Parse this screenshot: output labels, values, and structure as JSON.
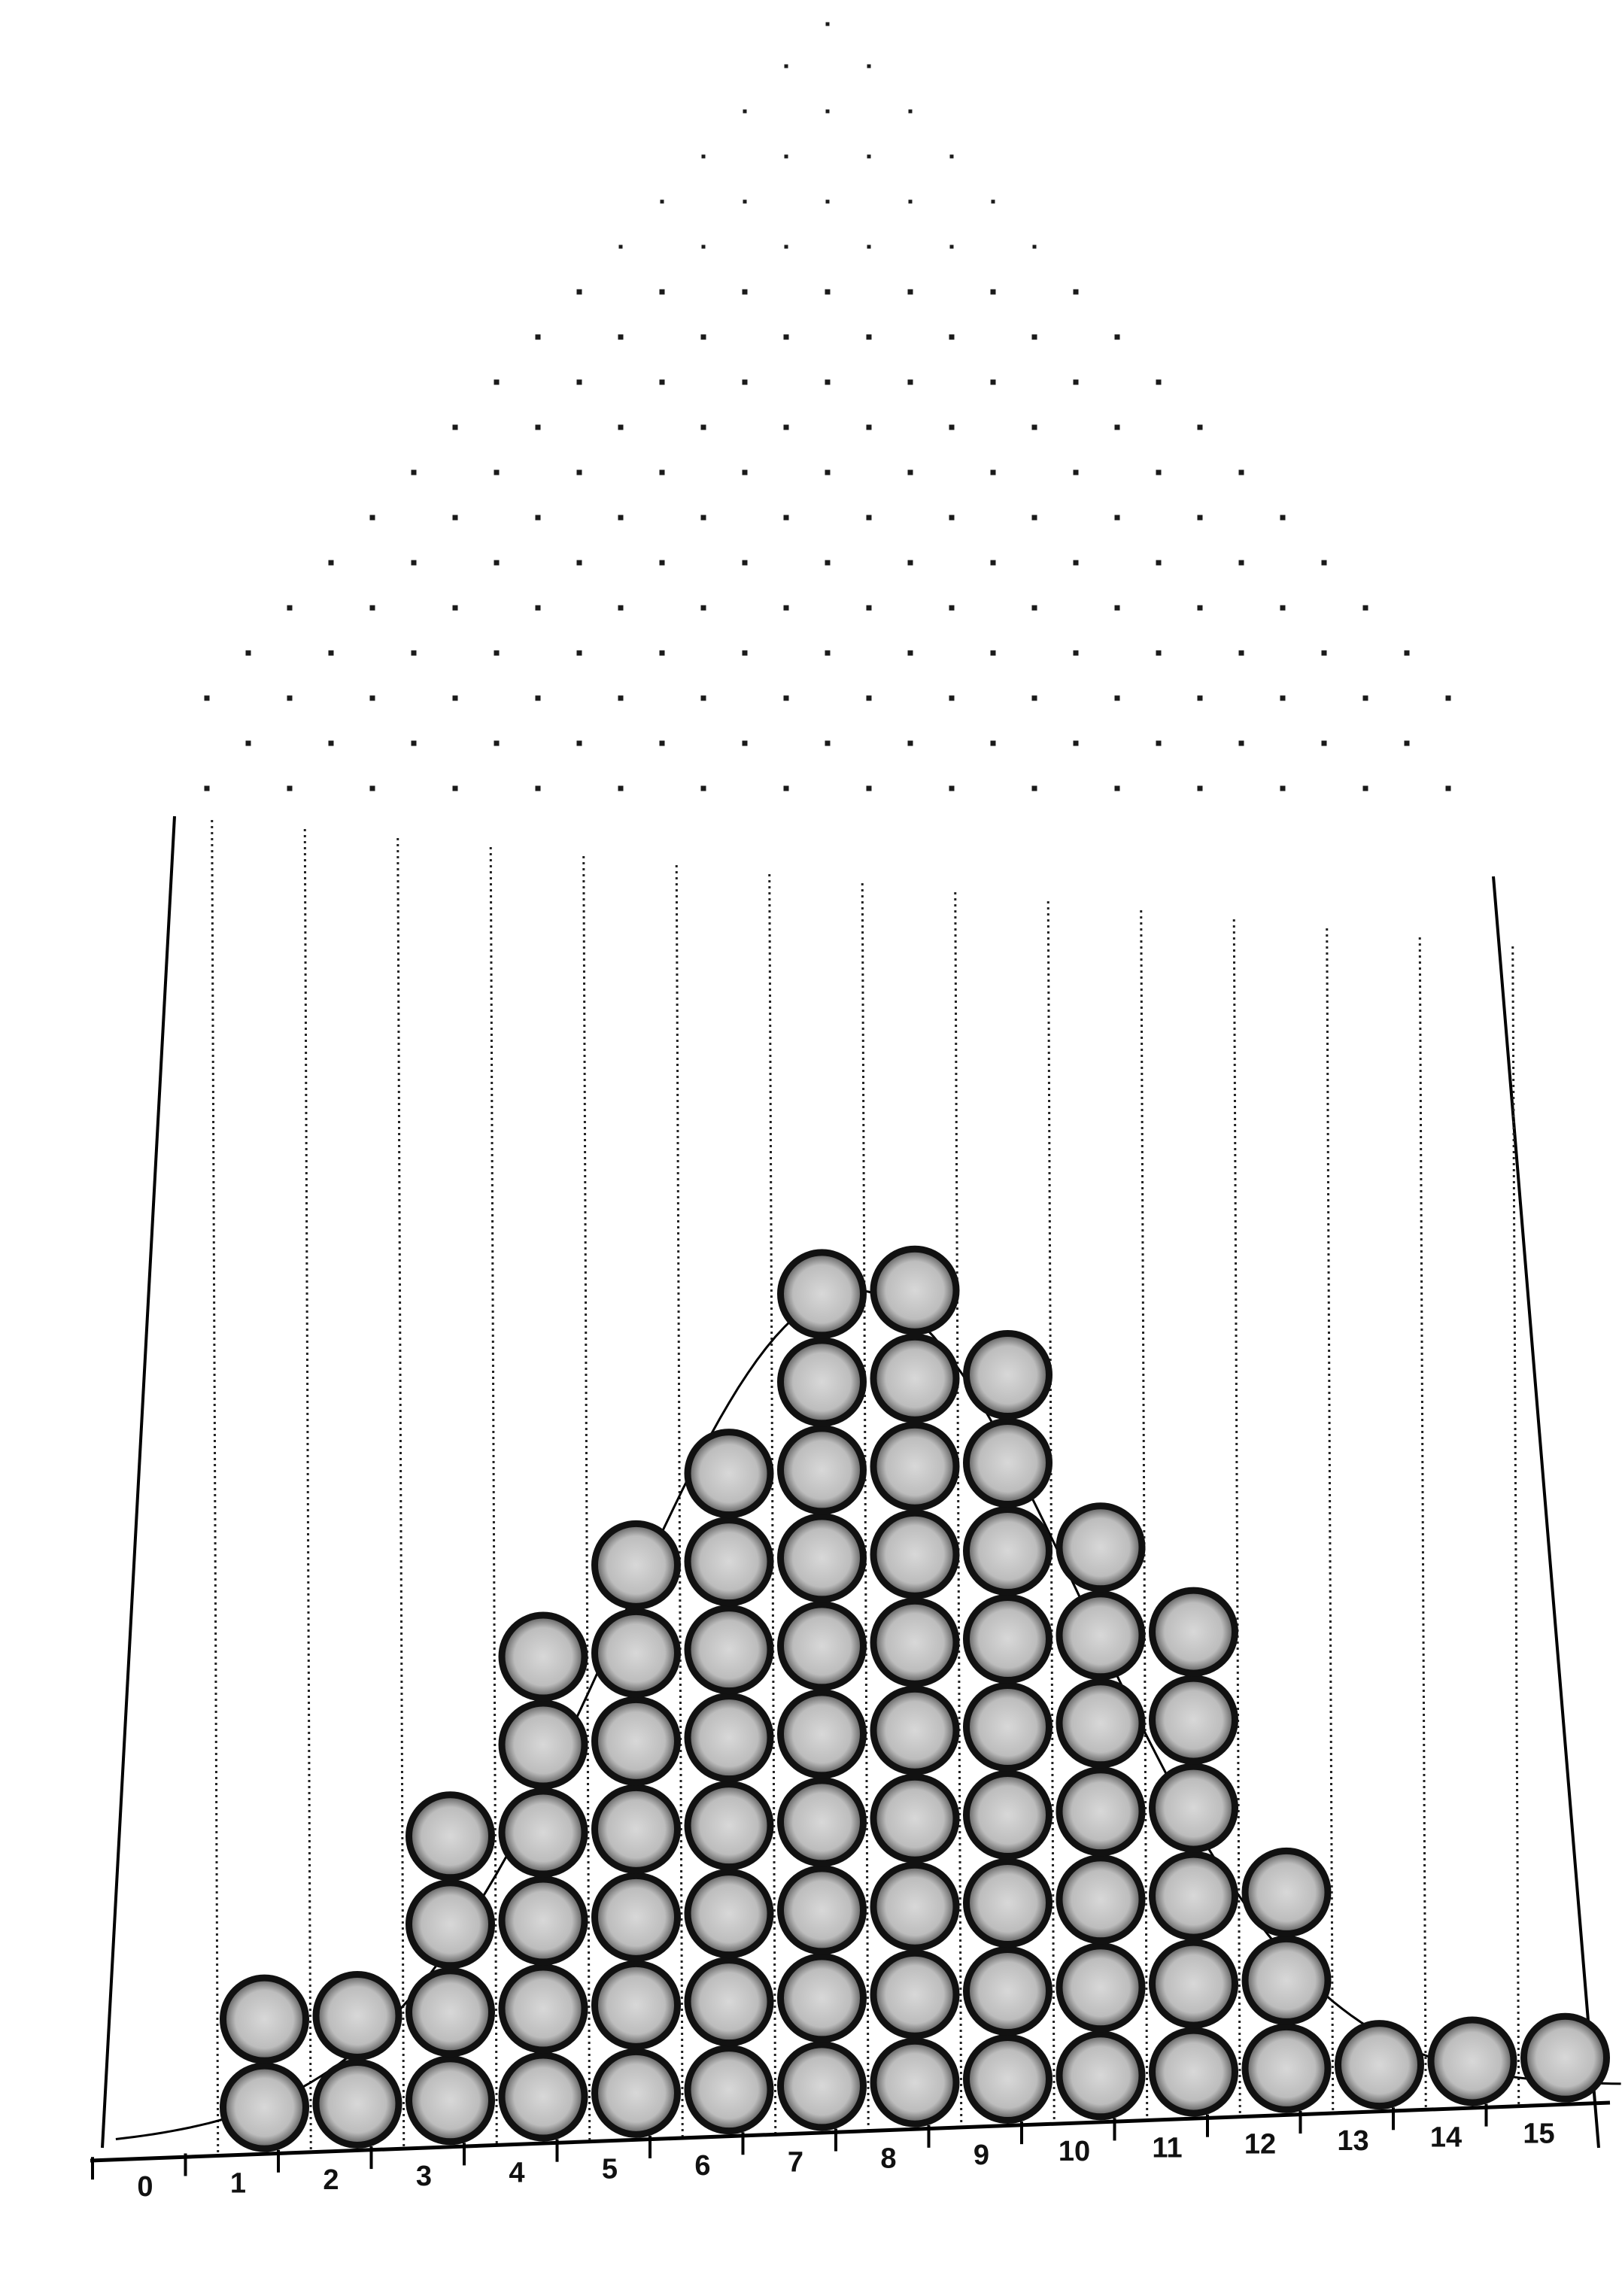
{
  "diagram": {
    "type": "galton-board",
    "peg_color": "#1a1a1a",
    "ball_fill": "#bdbdbd",
    "ball_edge": "#111111",
    "bins": [
      {
        "label": "0",
        "balls": 0
      },
      {
        "label": "1",
        "balls": 2
      },
      {
        "label": "2",
        "balls": 2
      },
      {
        "label": "3",
        "balls": 4
      },
      {
        "label": "4",
        "balls": 6
      },
      {
        "label": "5",
        "balls": 7
      },
      {
        "label": "6",
        "balls": 8
      },
      {
        "label": "7",
        "balls": 10
      },
      {
        "label": "8",
        "balls": 10
      },
      {
        "label": "9",
        "balls": 9
      },
      {
        "label": "10",
        "balls": 7
      },
      {
        "label": "11",
        "balls": 6
      },
      {
        "label": "12",
        "balls": 3
      },
      {
        "label": "13",
        "balls": 1
      },
      {
        "label": "14",
        "balls": 1
      },
      {
        "label": "15",
        "balls": 1
      }
    ],
    "peg_rows": 18,
    "curve": "normal"
  }
}
